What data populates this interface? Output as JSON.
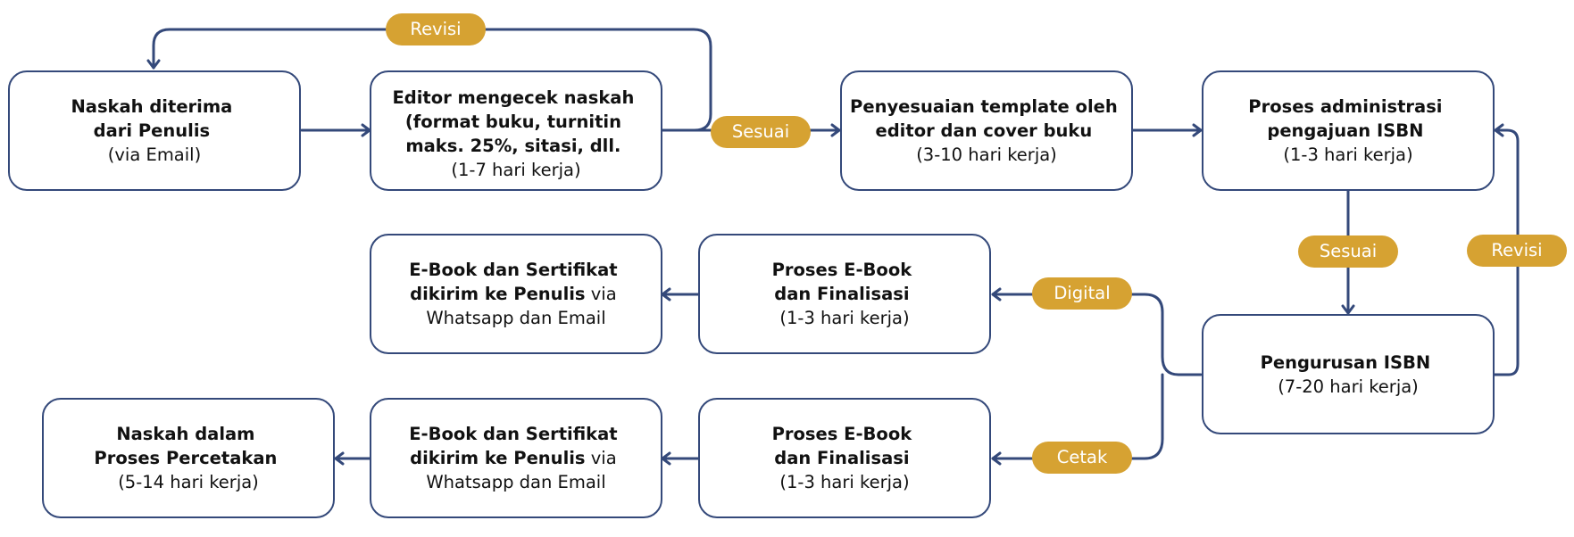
{
  "colors": {
    "accent": "#d6a232",
    "line": "#34497a",
    "text": "#111111"
  },
  "nodes": {
    "n1": {
      "bold": [
        "Naskah diterima",
        "dari Penulis"
      ],
      "sub": [
        "(via Email)"
      ]
    },
    "n2": {
      "bold": [
        "Editor mengecek naskah",
        "(format buku, turnitin",
        "maks. 25%, sitasi, dll."
      ],
      "sub": [
        "(1-7 hari kerja)"
      ]
    },
    "n3": {
      "bold": [
        "Penyesuaian template oleh",
        "editor dan cover buku"
      ],
      "sub": [
        "(3-10 hari kerja)"
      ]
    },
    "n4": {
      "bold": [
        "Proses administrasi",
        "pengajuan ISBN"
      ],
      "sub": [
        "(1-3 hari kerja)"
      ]
    },
    "n5": {
      "bold": [
        "Pengurusan ISBN"
      ],
      "sub": [
        "(7-20 hari kerja)"
      ]
    },
    "n6": {
      "bold": [
        "Proses E-Book",
        "dan Finalisasi"
      ],
      "sub": [
        "(1-3 hari kerja)"
      ]
    },
    "n7": {
      "bold_line": "E-Book dan Sertifikat",
      "mixed_bold": "dikirim ke Penulis",
      "mixed_rest": " via",
      "sub": [
        "Whatsapp dan Email"
      ]
    },
    "n8": {
      "bold": [
        "Proses E-Book",
        "dan Finalisasi"
      ],
      "sub": [
        "(1-3 hari kerja)"
      ]
    },
    "n9": {
      "bold_line": "E-Book dan Sertifikat",
      "mixed_bold": "dikirim ke Penulis",
      "mixed_rest": " via",
      "sub": [
        "Whatsapp dan Email"
      ]
    },
    "n10": {
      "bold": [
        "Naskah dalam",
        "Proses Percetakan"
      ],
      "sub": [
        "(5-14 hari kerja)"
      ]
    }
  },
  "labels": {
    "revisi_top": "Revisi",
    "sesuai_top": "Sesuai",
    "sesuai_right": "Sesuai",
    "revisi_right": "Revisi",
    "digital": "Digital",
    "cetak": "Cetak"
  }
}
